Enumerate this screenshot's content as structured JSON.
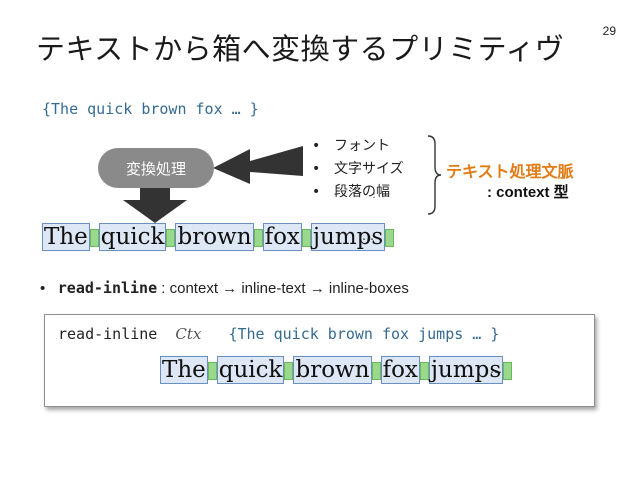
{
  "slide": {
    "page_number": "29",
    "title": "テキストから箱へ変換するプリミティヴ"
  },
  "code_line": "{The quick brown fox … }",
  "process_label": "変換処理",
  "bullets": [
    {
      "marker": "•",
      "text": "フォント"
    },
    {
      "marker": "•",
      "text": "文字サイズ"
    },
    {
      "marker": "•",
      "text": "段落の幅"
    }
  ],
  "vertical_ellipsis": "⋮",
  "context_label": "テキスト処理文脈",
  "type_label": ": context 型",
  "glyph_words": [
    "The",
    "quick",
    "brown",
    "fox",
    "jumps"
  ],
  "ellipsis": "…",
  "main_bullet": {
    "marker": "•",
    "keyword": "read-inline",
    "signature": " : context → inline-text → inline-boxes"
  },
  "example": {
    "keyword": "read-inline",
    "ctx": "Ctx",
    "literal": "{The quick brown fox jumps … }"
  },
  "colors": {
    "code_blue": "#356a91",
    "context_orange": "#e07b16",
    "process_gray": "#8a8a8a",
    "space_green": "#9ad98b",
    "word_box_blue": "#dde7f5"
  }
}
